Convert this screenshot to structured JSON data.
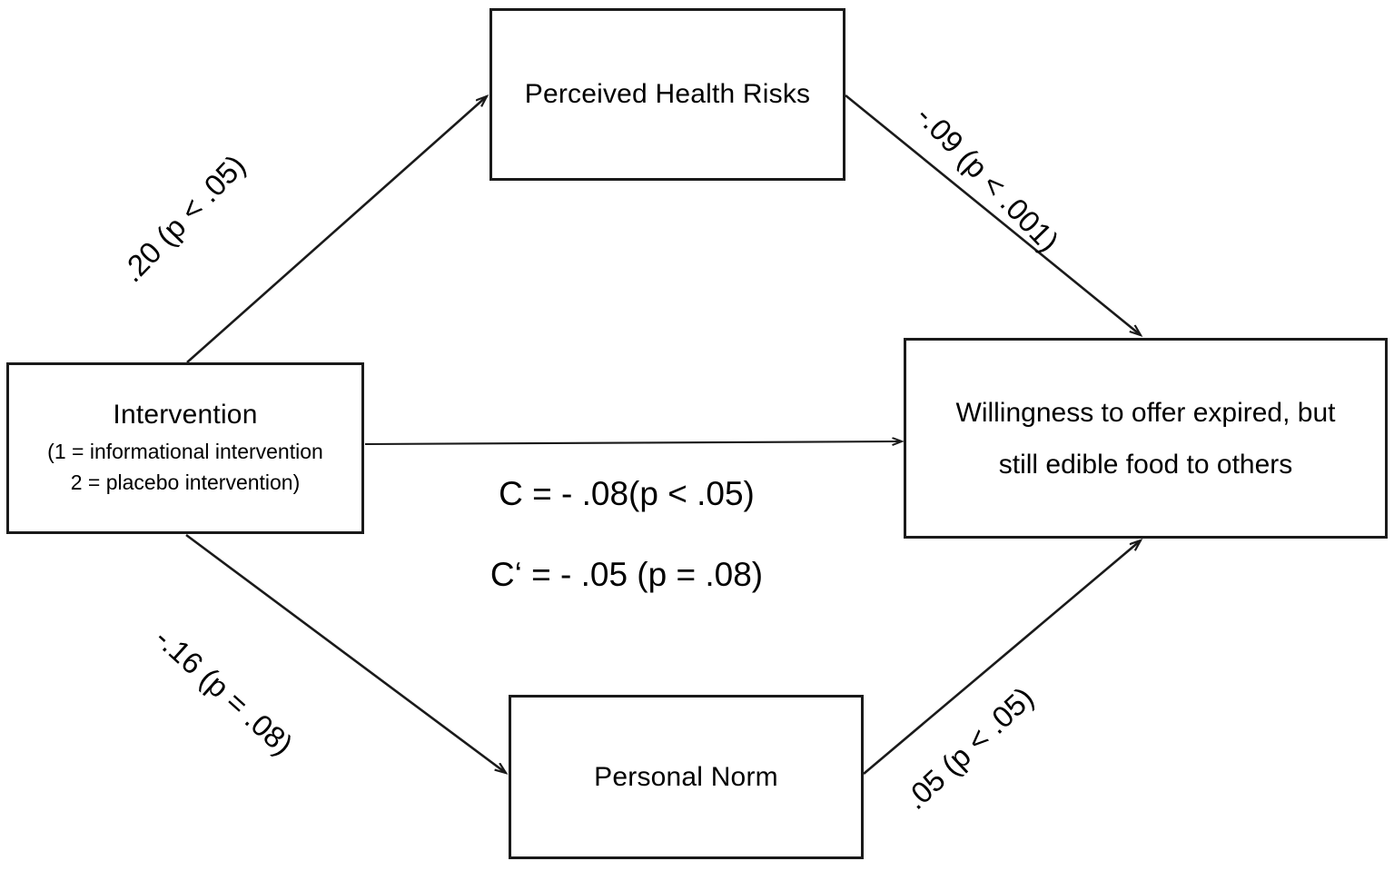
{
  "diagram": {
    "type": "mediation-path-model",
    "background_color": "#ffffff",
    "line_color": "#1a1a1a",
    "nodes": {
      "intervention": {
        "title": "Intervention",
        "sub_line_1": "(1 = informational intervention",
        "sub_line_2": "2 = placebo intervention)"
      },
      "perceived_health_risks": {
        "title": "Perceived Health Risks"
      },
      "personal_norm": {
        "title": "Personal Norm"
      },
      "willingness": {
        "line_1": "Willingness to offer expired, but",
        "line_2": "still edible food to others"
      }
    },
    "paths": {
      "a1": {
        "label": ".20 (p < .05)",
        "from": "intervention",
        "to": "perceived_health_risks",
        "coefficient": ".20",
        "p_value": "p < .05"
      },
      "b1": {
        "label": "-.09 (p < .001)",
        "from": "perceived_health_risks",
        "to": "willingness",
        "coefficient": "-.09",
        "p_value": "p < .001"
      },
      "a2": {
        "label": "-.16 (p = .08)",
        "from": "intervention",
        "to": "personal_norm",
        "coefficient": "-.16",
        "p_value": "p = .08"
      },
      "b2": {
        "label": ".05 (p < .05)",
        "from": "personal_norm",
        "to": "willingness",
        "coefficient": ".05",
        "p_value": "p < .05"
      },
      "c_total": {
        "label": "C = - .08(p < .05)",
        "from": "intervention",
        "to": "willingness",
        "coefficient": "- .08",
        "p_value": "p < .05"
      },
      "c_direct": {
        "label": "C‘ = - .05 (p = .08)",
        "from": "intervention",
        "to": "willingness",
        "coefficient": "- .05",
        "p_value": "p = .08"
      }
    }
  }
}
